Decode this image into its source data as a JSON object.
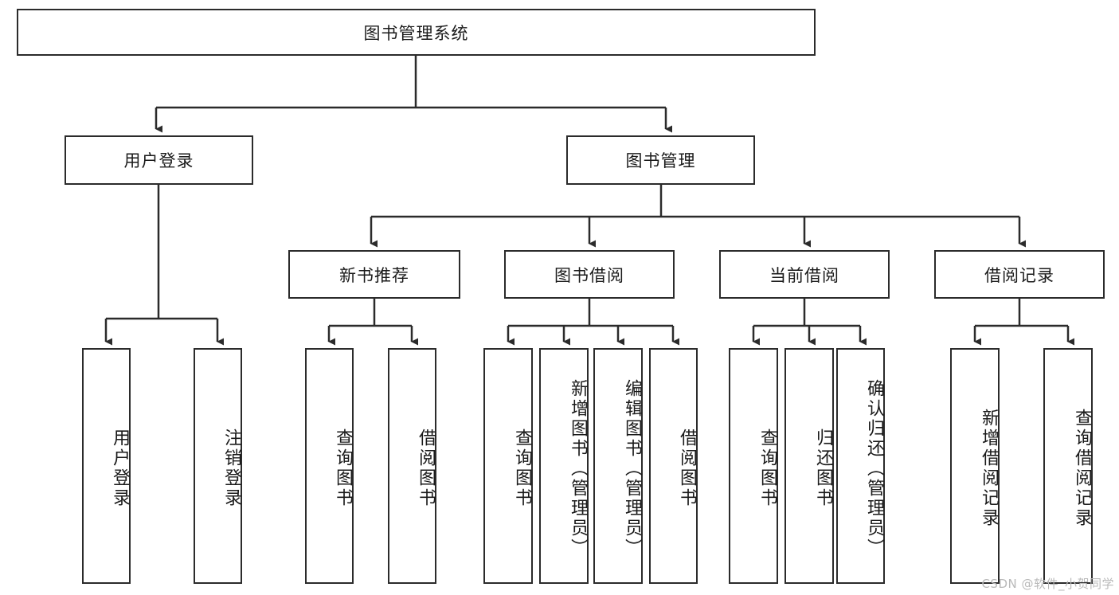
{
  "diagram": {
    "type": "tree",
    "title": "图书管理系统",
    "root": {
      "label": "图书管理系统"
    },
    "level2": [
      {
        "label": "用户登录"
      },
      {
        "label": "图书管理"
      }
    ],
    "level3": [
      {
        "label": "新书推荐"
      },
      {
        "label": "图书借阅"
      },
      {
        "label": "当前借阅"
      },
      {
        "label": "借阅记录"
      }
    ],
    "leaves": {
      "user_login": [
        {
          "label": "用户登录"
        },
        {
          "label": "注销登录"
        }
      ],
      "new_book_recommend": [
        {
          "label": "查询图书"
        },
        {
          "label": "借阅图书"
        }
      ],
      "book_borrow": [
        {
          "label": "查询图书"
        },
        {
          "label": "新增图书（管理员）"
        },
        {
          "label": "编辑图书（管理员）"
        },
        {
          "label": "借阅图书"
        }
      ],
      "current_borrow": [
        {
          "label": "查询图书"
        },
        {
          "label": "归还图书"
        },
        {
          "label": "确认归还（管理员）"
        }
      ],
      "borrow_record": [
        {
          "label": "新增借阅记录"
        },
        {
          "label": "查询借阅记录"
        }
      ]
    }
  },
  "watermark": {
    "text": "CSDN @软件_小贺同学"
  },
  "colors": {
    "stroke": "#2b2b2b",
    "background": "#ffffff",
    "text": "#1a1a1a",
    "watermark": "#b9b9b9"
  }
}
